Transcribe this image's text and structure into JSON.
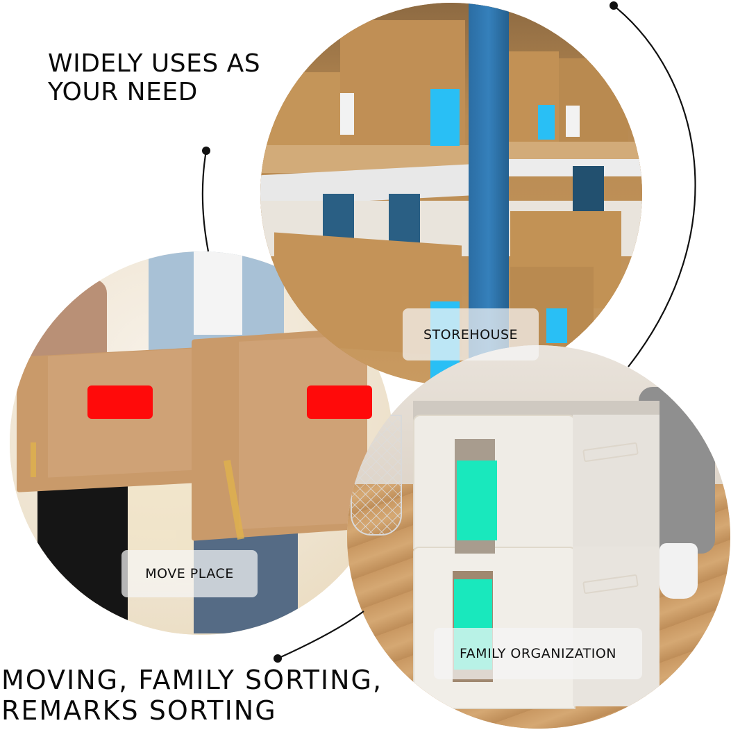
{
  "headline_top": {
    "line1": "WIDELY USES AS",
    "line2": "YOUR NEED"
  },
  "headline_bottom": {
    "line1": "MOVING, FAMILY SORTING,",
    "line2": "REMARKS SORTING"
  },
  "panels": [
    {
      "id": "warehouse",
      "label": "STOREHOUSE",
      "sticker_color": "#29bff5"
    },
    {
      "id": "moving",
      "label": "MOVE PLACE",
      "sticker_color": "#ff0a0a"
    },
    {
      "id": "storage",
      "label": "FAMILY ORGANIZATION",
      "sticker_color": "#19e8bd"
    }
  ],
  "colors": {
    "text": "#0a0a0a",
    "cardboard": "#c4915a",
    "rack_blue": "#2d6fa3",
    "fabric_box": "#efece6",
    "floor_wood": "#c9975c"
  }
}
